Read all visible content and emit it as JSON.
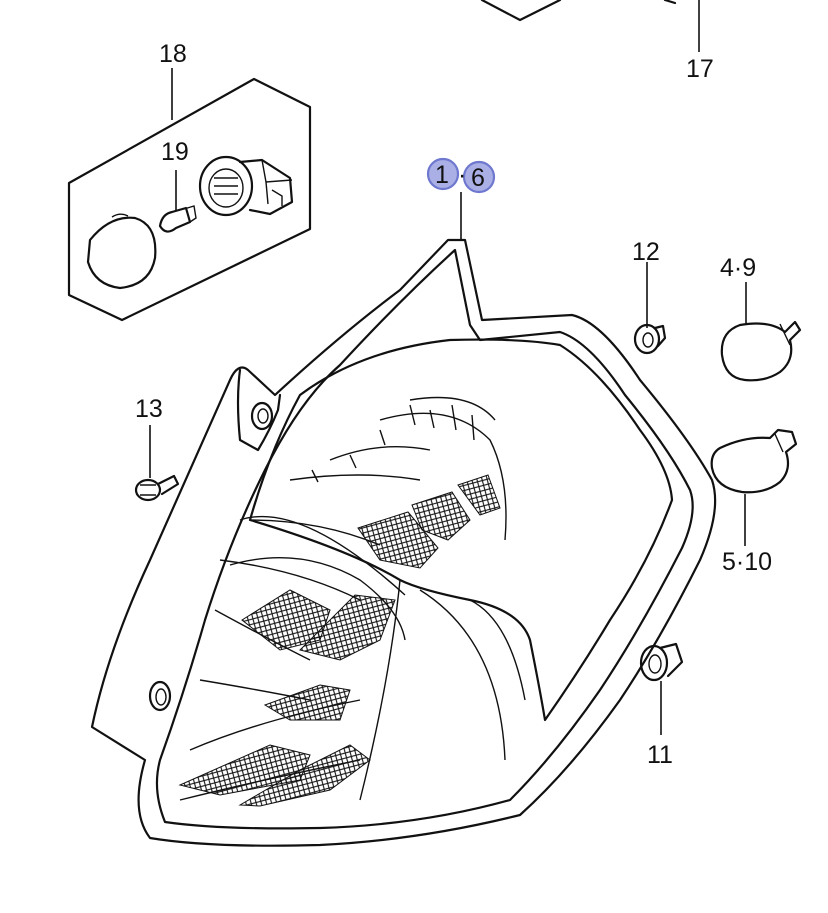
{
  "callouts": {
    "c17": "17",
    "c18": "18",
    "c19": "19",
    "c1": "1",
    "c6": "6",
    "c12": "12",
    "c4_9": "4·9",
    "c13": "13",
    "c5_10": "5·10",
    "c11": "11"
  },
  "colors": {
    "highlight_fill": "#aab0e6",
    "highlight_stroke": "#6f78cf",
    "line": "#111111"
  }
}
